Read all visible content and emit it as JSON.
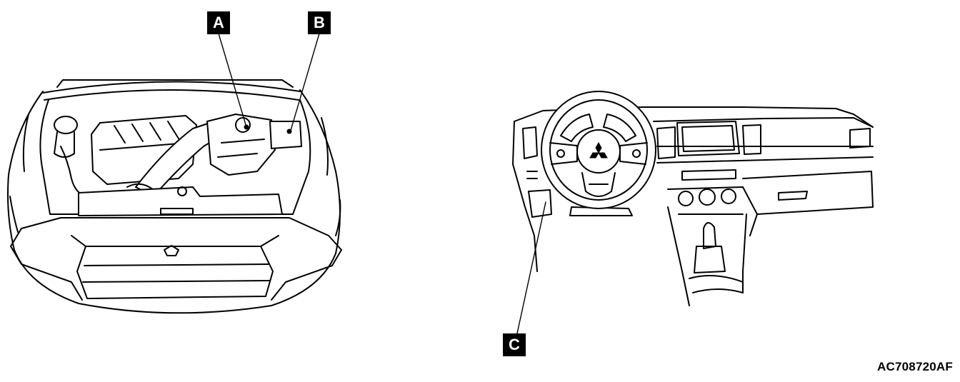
{
  "callouts": {
    "a": {
      "label": "A"
    },
    "b": {
      "label": "B"
    },
    "c": {
      "label": "C"
    }
  },
  "figure_id": "AC708720AF"
}
